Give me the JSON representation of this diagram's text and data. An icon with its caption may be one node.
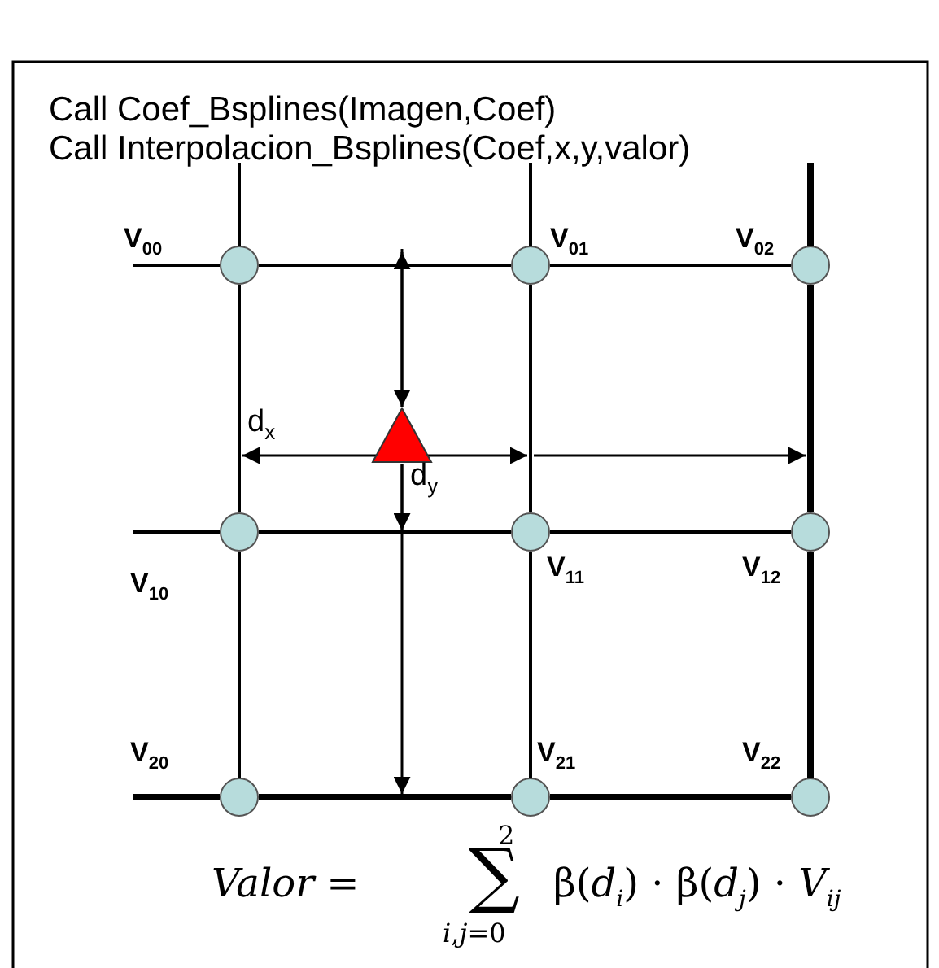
{
  "diagram": {
    "nodes": [
      {
        "text": [],
        "shape": "circle",
        "beside": [
          "V$_{00}$"
        ]
      },
      {
        "text": [],
        "shape": "circle",
        "beside": [
          "V$_{01}$"
        ]
      },
      {
        "text": [],
        "shape": "circle",
        "beside": [
          "V$_{02}$"
        ]
      },
      {
        "text": [],
        "shape": "circle",
        "beside": [
          "V$_{10}$"
        ]
      },
      {
        "text": [],
        "shape": "circle",
        "beside": [
          "V$_{11}$"
        ]
      },
      {
        "text": [],
        "shape": "circle",
        "beside": [
          "V$_{12}$"
        ]
      },
      {
        "text": [],
        "shape": "circle",
        "beside": [
          "V$_{20}$"
        ]
      },
      {
        "text": [],
        "shape": "circle",
        "beside": [
          "V$_{21}$"
        ]
      },
      {
        "text": [],
        "shape": "circle",
        "beside": [
          "V$_{22}$"
        ]
      },
      {
        "text": [],
        "shape": "triangle"
      }
    ],
    "edges": [
      {
        "from": 0,
        "to": 1,
        "arrow": "none"
      },
      {
        "from": 1,
        "to": 2,
        "arrow": "none"
      },
      {
        "from": 3,
        "to": 4,
        "arrow": "none"
      },
      {
        "from": 4,
        "to": 5,
        "arrow": "none"
      },
      {
        "from": 6,
        "to": 7,
        "arrow": "none",
        "style": "thick"
      },
      {
        "from": 7,
        "to": 8,
        "arrow": "none",
        "style": "thick"
      },
      {
        "from": 0,
        "to": 3,
        "arrow": "none"
      },
      {
        "from": 3,
        "to": 6,
        "arrow": "none"
      },
      {
        "from": 1,
        "to": 4,
        "arrow": "none"
      },
      {
        "from": 4,
        "to": 7,
        "arrow": "none"
      },
      {
        "from": 2,
        "to": 5,
        "arrow": "none",
        "style": "thick"
      },
      {
        "from": 5,
        "to": 8,
        "arrow": "none",
        "style": "thick"
      }
    ],
    "labels": [
      "Call Coef_Bsplines(Imagen,Coef)",
      "Call Interpolacion_Bsplines(Coef,x,y,valor)",
      "d$_{x}$",
      "d$_{y}$",
      "*Valor* =",
      "2",
      "∑",
      "*i*,*j*=0",
      "β(*d*$_{i}$) · β(*d*$_{j}$) · *V*$_{ij}$"
    ]
  }
}
